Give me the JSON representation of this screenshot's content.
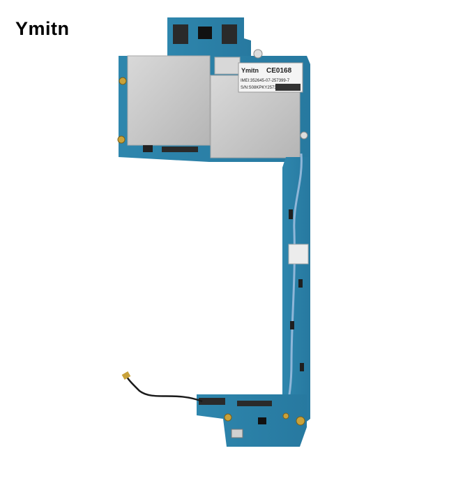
{
  "brand": {
    "name": "Ymitn"
  },
  "board": {
    "sticker_brand": "Ymitn",
    "sticker_cert": "CE0168",
    "sticker_line1": "IMEI:352645-07-257399-7",
    "sticker_line2": "S/N:S08KPKY257399"
  },
  "colors": {
    "pcb": "#2f8bb4",
    "pcb_dark": "#1f6c92",
    "shield": "#c9c9c9",
    "gold": "#c9a23a",
    "cable": "#1a1a1a",
    "coax": "#8fb6d8"
  }
}
